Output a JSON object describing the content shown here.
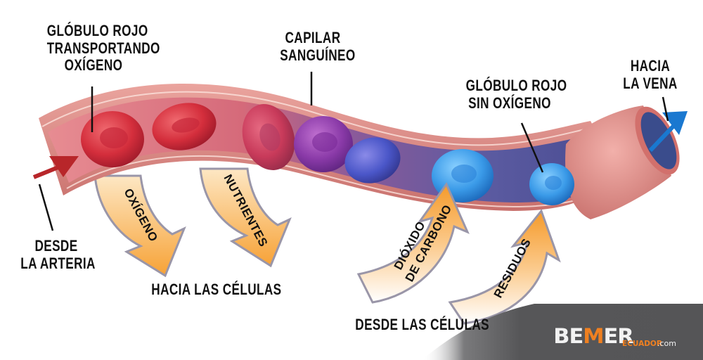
{
  "labels": {
    "rbc_oxygen": [
      "GLÓBULO ROJO",
      "TRANSPORTANDO",
      "OXÍGENO"
    ],
    "capillary": [
      "CAPILAR",
      "SANGUÍNEO"
    ],
    "rbc_no_oxygen": [
      "GLÓBULO ROJO",
      "SIN OXÍGENO"
    ],
    "to_vein": [
      "HACIA",
      "LA VENA"
    ],
    "from_artery": [
      "DESDE",
      "LA ARTERIA"
    ],
    "to_cells": "HACIA LAS CÉLULAS",
    "from_cells": "DESDE LAS CÉLULAS"
  },
  "flow_arrows": {
    "oxygen": "OXÍGENO",
    "nutrients": "NUTRIENTES",
    "co2_line1": "DIÓXIDO",
    "co2_line2": "DE CARBONO",
    "waste": "RESIDUOS"
  },
  "logo": {
    "brand_a": "BE",
    "brand_m": "M",
    "brand_b": "ER",
    "sub": "ECUADOR",
    "suffix": ".com"
  },
  "colors": {
    "oxygenated": "#c8283a",
    "deoxygenated": "#2f7fd0",
    "transition": "#8a3a9a",
    "vessel_wall": "#d88a86",
    "flow_arrow": "#f7a83a",
    "artery_arrow": "#b8262a",
    "vein_arrow": "#1a78d0",
    "logo_accent": "#f08020"
  }
}
